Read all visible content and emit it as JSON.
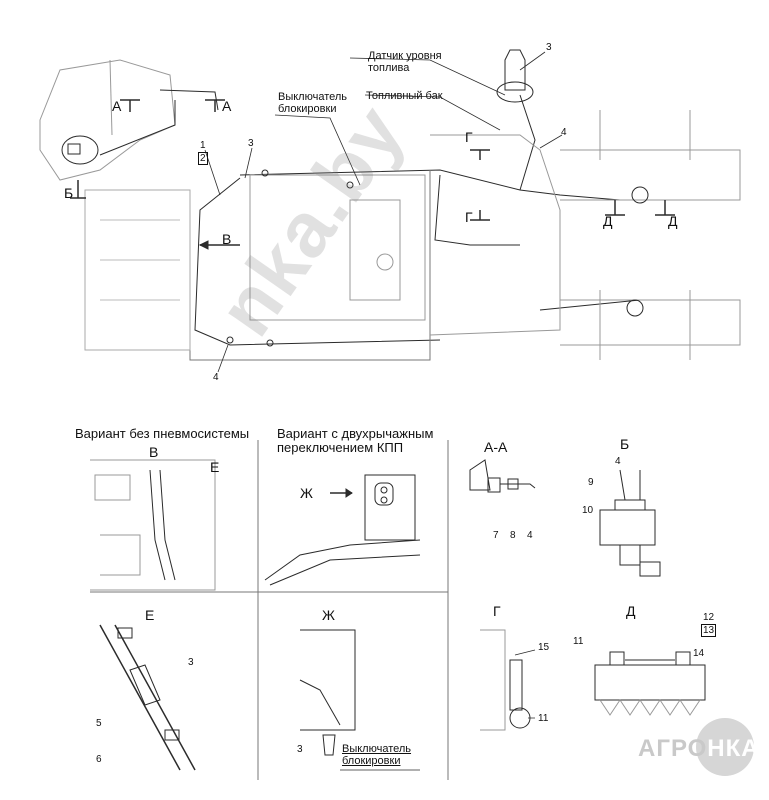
{
  "labels": {
    "fuel_level_sensor": "Датчик уровня топлива",
    "interlock_switch_top": "Выключатель блокировки",
    "fuel_tank": "Топливный бак",
    "variant_no_pneumatic": "Вариант без пневмосистемы",
    "variant_two_range": "Вариант с двухрычажным переключением КПП",
    "interlock_switch_bottom": "Выключатель блокировки"
  },
  "section_marks": {
    "a": "А",
    "b": "Б",
    "v": "В",
    "g": "Г",
    "d": "Д",
    "e": "Е",
    "zh": "Ж"
  },
  "view_titles": {
    "a_a": "А-А",
    "b": "Б",
    "v": "В",
    "e_label": "Е",
    "zh": "Ж",
    "e_view": "Е",
    "zh_view": "Ж",
    "g_view": "Г",
    "d_view": "Д"
  },
  "callouts": {
    "n1": "1",
    "n2": "2",
    "n3_top": "3",
    "n3_right": "3",
    "n4_top": "4",
    "n4_bottom": "4",
    "n4_b": "4",
    "n9": "9",
    "n10": "10",
    "n7": "7",
    "n8": "8",
    "n4_aa": "4",
    "n3_e": "3",
    "n5": "5",
    "n6": "6",
    "n3_zh": "3",
    "n15": "15",
    "n11_g": "11",
    "n11_d": "11",
    "n12": "12",
    "n13": "13",
    "n14": "14"
  },
  "watermark": "nka.by",
  "logo": {
    "part1": "АГРО",
    "part2": "НКА"
  },
  "colors": {
    "line": "#2b2b2b",
    "gray": "#9a9a9a",
    "light": "#d9d9d9"
  }
}
